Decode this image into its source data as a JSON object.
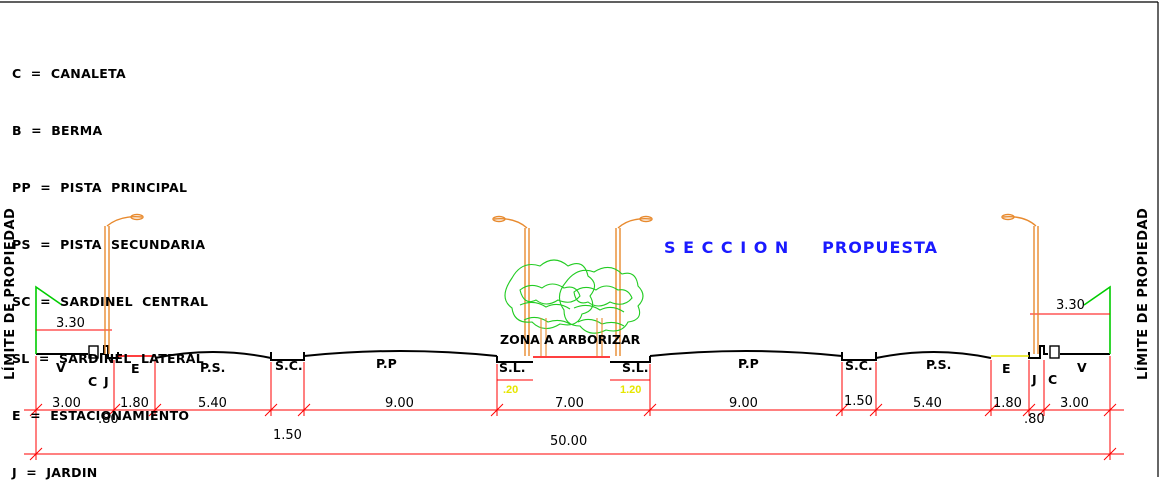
{
  "legend": [
    "C  =  CANALETA",
    "B  =  BERMA",
    "PP  =  PISTA  PRINCIPAL",
    "PS  =  PISTA  SECUNDARIA",
    "SC  =  SARDINEL  CENTRAL",
    "SL  =  SARDINEL  LATERAL",
    "E  =  ESTACIONAMIENTO",
    "J  =  JARDIN"
  ],
  "title": "S E C C I O N     PROPUESTA",
  "property_limit": "LÍMITE  DE  PROPIEDAD",
  "zone_label": "ZONA  A  ARBORIZAR",
  "segment_labels": {
    "v_left": "V",
    "c_left": "C",
    "j_left": "J",
    "e_left": "E",
    "ps_left": "P.S.",
    "sc_left": "S.C.",
    "pp_left": "P.P",
    "sl_left": "S.L.",
    "sl_right": "S.L.",
    "pp_right": "P.P",
    "sc_right": "S.C.",
    "ps_right": "P.S.",
    "e_right": "E",
    "j_right": "J",
    "c_right": "C",
    "v_right": "V"
  },
  "dimensions": {
    "h_left": "3.30",
    "h_right": "3.30",
    "d_3_00_l": "3.00",
    "d_1_80_l": "1.80",
    "d_80_l": ".80",
    "d_5_40_l": "5.40",
    "d_1_50_l": "1.50",
    "d_9_00_l": "9.00",
    "d_7_00": "7.00",
    "d_9_00_r": "9.00",
    "d_1_50_r": "1.50",
    "d_5_40_r": "5.40",
    "d_1_80_r": "1.80",
    "d_80_r": ".80",
    "d_3_00_r": "3.00",
    "total": "50.00",
    "sl_l": ".20",
    "sl_r": "1.20"
  },
  "colors": {
    "title": "#1a1aff",
    "lamp": "#e88a2e",
    "tree": "#22cc22",
    "dim_tick": "#ff0000",
    "slope": "#00cc00",
    "road": "#000000"
  }
}
